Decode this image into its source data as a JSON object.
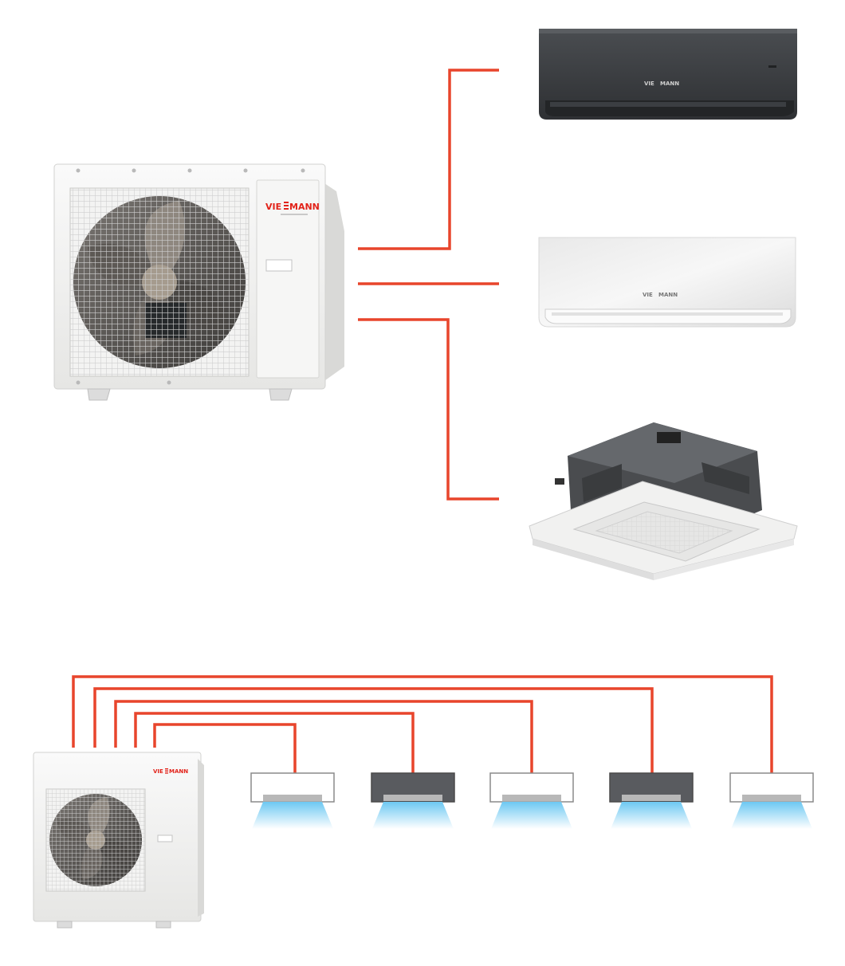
{
  "colors": {
    "pipe": "#e8452c",
    "brand_red": "#e2231a",
    "unit_white": "#f5f5f4",
    "unit_dark": "#55585c",
    "airflow": "#9fdcf8"
  },
  "brand": {
    "name_left": "VIE",
    "name_right": "MANN",
    "small_left": "VIE",
    "small_right": "MANN"
  },
  "top_section": {
    "outdoor_unit": {
      "icon": "outdoor-condenser"
    },
    "indoor_units": [
      {
        "type": "wall-mounted",
        "finish": "dark"
      },
      {
        "type": "wall-mounted",
        "finish": "white"
      },
      {
        "type": "ceiling-cassette",
        "finish": "white"
      }
    ]
  },
  "bottom_section": {
    "outdoor_unit": {
      "icon": "outdoor-condenser"
    },
    "indoor_units": [
      {
        "type": "wall-mounted",
        "finish": "white"
      },
      {
        "type": "wall-mounted",
        "finish": "dark"
      },
      {
        "type": "wall-mounted",
        "finish": "white"
      },
      {
        "type": "wall-mounted",
        "finish": "dark"
      },
      {
        "type": "wall-mounted",
        "finish": "white"
      }
    ]
  }
}
